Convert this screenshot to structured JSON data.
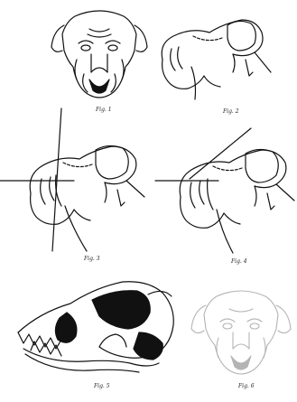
{
  "figures": [
    {
      "caption": "Fig. 1",
      "subject": "dog-head-front-view"
    },
    {
      "caption": "Fig. 2",
      "subject": "dog-head-side-view"
    },
    {
      "caption": "Fig. 3",
      "subject": "dog-head-side-view-with-line"
    },
    {
      "caption": "Fig. 4",
      "subject": "dog-head-side-view-with-lines"
    },
    {
      "caption": "Fig. 5",
      "subject": "dog-skull-side-view"
    },
    {
      "caption": "Fig. 6",
      "subject": "dog-head-front-view-faded"
    }
  ],
  "colors": {
    "ink": "#111111",
    "faded_ink": "#777777",
    "background": "#ffffff"
  }
}
